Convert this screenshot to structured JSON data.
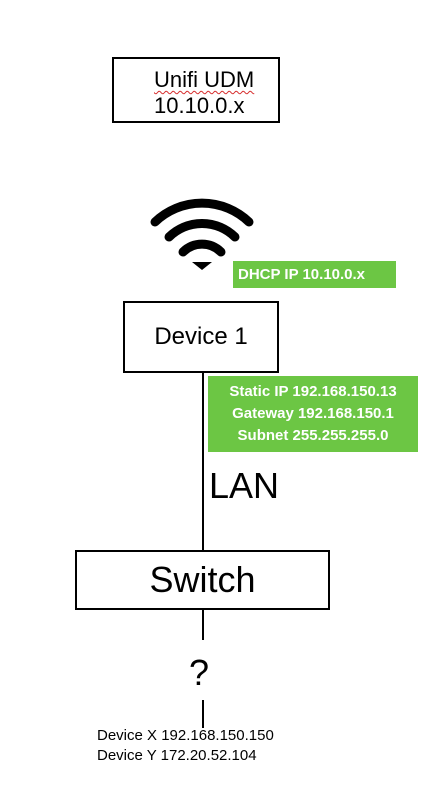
{
  "router": {
    "name": "Unifi UDM",
    "subnet": "10.10.0.x"
  },
  "wifi": {
    "icon": "wifi-icon",
    "dhcp_label": "DHCP IP 10.10.0.x",
    "label_color": "#6cc644"
  },
  "device1": {
    "label": "Device 1",
    "static_ip": "Static IP 192.168.150.13",
    "gateway": "Gateway 192.168.150.1",
    "subnet": "Subnet 255.255.255.0"
  },
  "link": {
    "label": "LAN"
  },
  "switch": {
    "label": "Switch"
  },
  "unknown": {
    "label": "?"
  },
  "devices": [
    {
      "label": "Device X 192.168.150.150"
    },
    {
      "label": "Device Y 172.20.52.104"
    }
  ]
}
